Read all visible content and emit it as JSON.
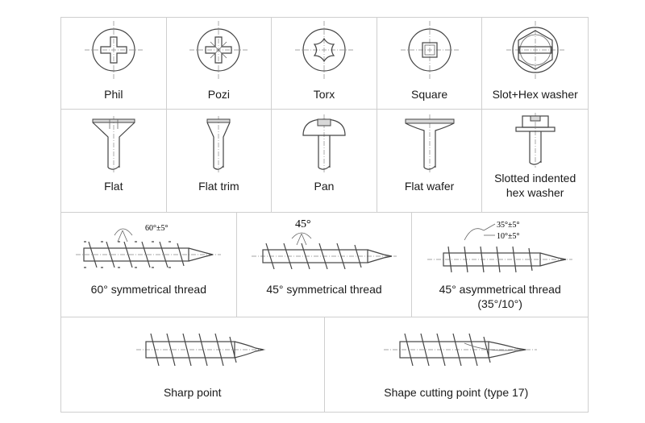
{
  "drives": {
    "phil": "Phil",
    "pozi": "Pozi",
    "torx": "Torx",
    "square": "Square",
    "slot_hex_washer": "Slot+Hex washer"
  },
  "heads": {
    "flat": "Flat",
    "flat_trim": "Flat trim",
    "pan": "Pan",
    "flat_wafer": "Flat wafer",
    "slotted_indented_line1": "Slotted indented",
    "slotted_indented_line2": "hex washer"
  },
  "threads": {
    "sym60": "60° symmetrical thread",
    "sym60_dim": "60°±5°",
    "sym45": "45° symmetrical thread",
    "sym45_dim": "45°",
    "asym45_line1": "45° asymmetrical thread",
    "asym45_line2": "(35°/10°)",
    "asym_dim_top": "35°±5°",
    "asym_dim_bottom": "10°±5°"
  },
  "points": {
    "sharp": "Sharp point",
    "cutting": "Shape cutting point (type 17)"
  }
}
